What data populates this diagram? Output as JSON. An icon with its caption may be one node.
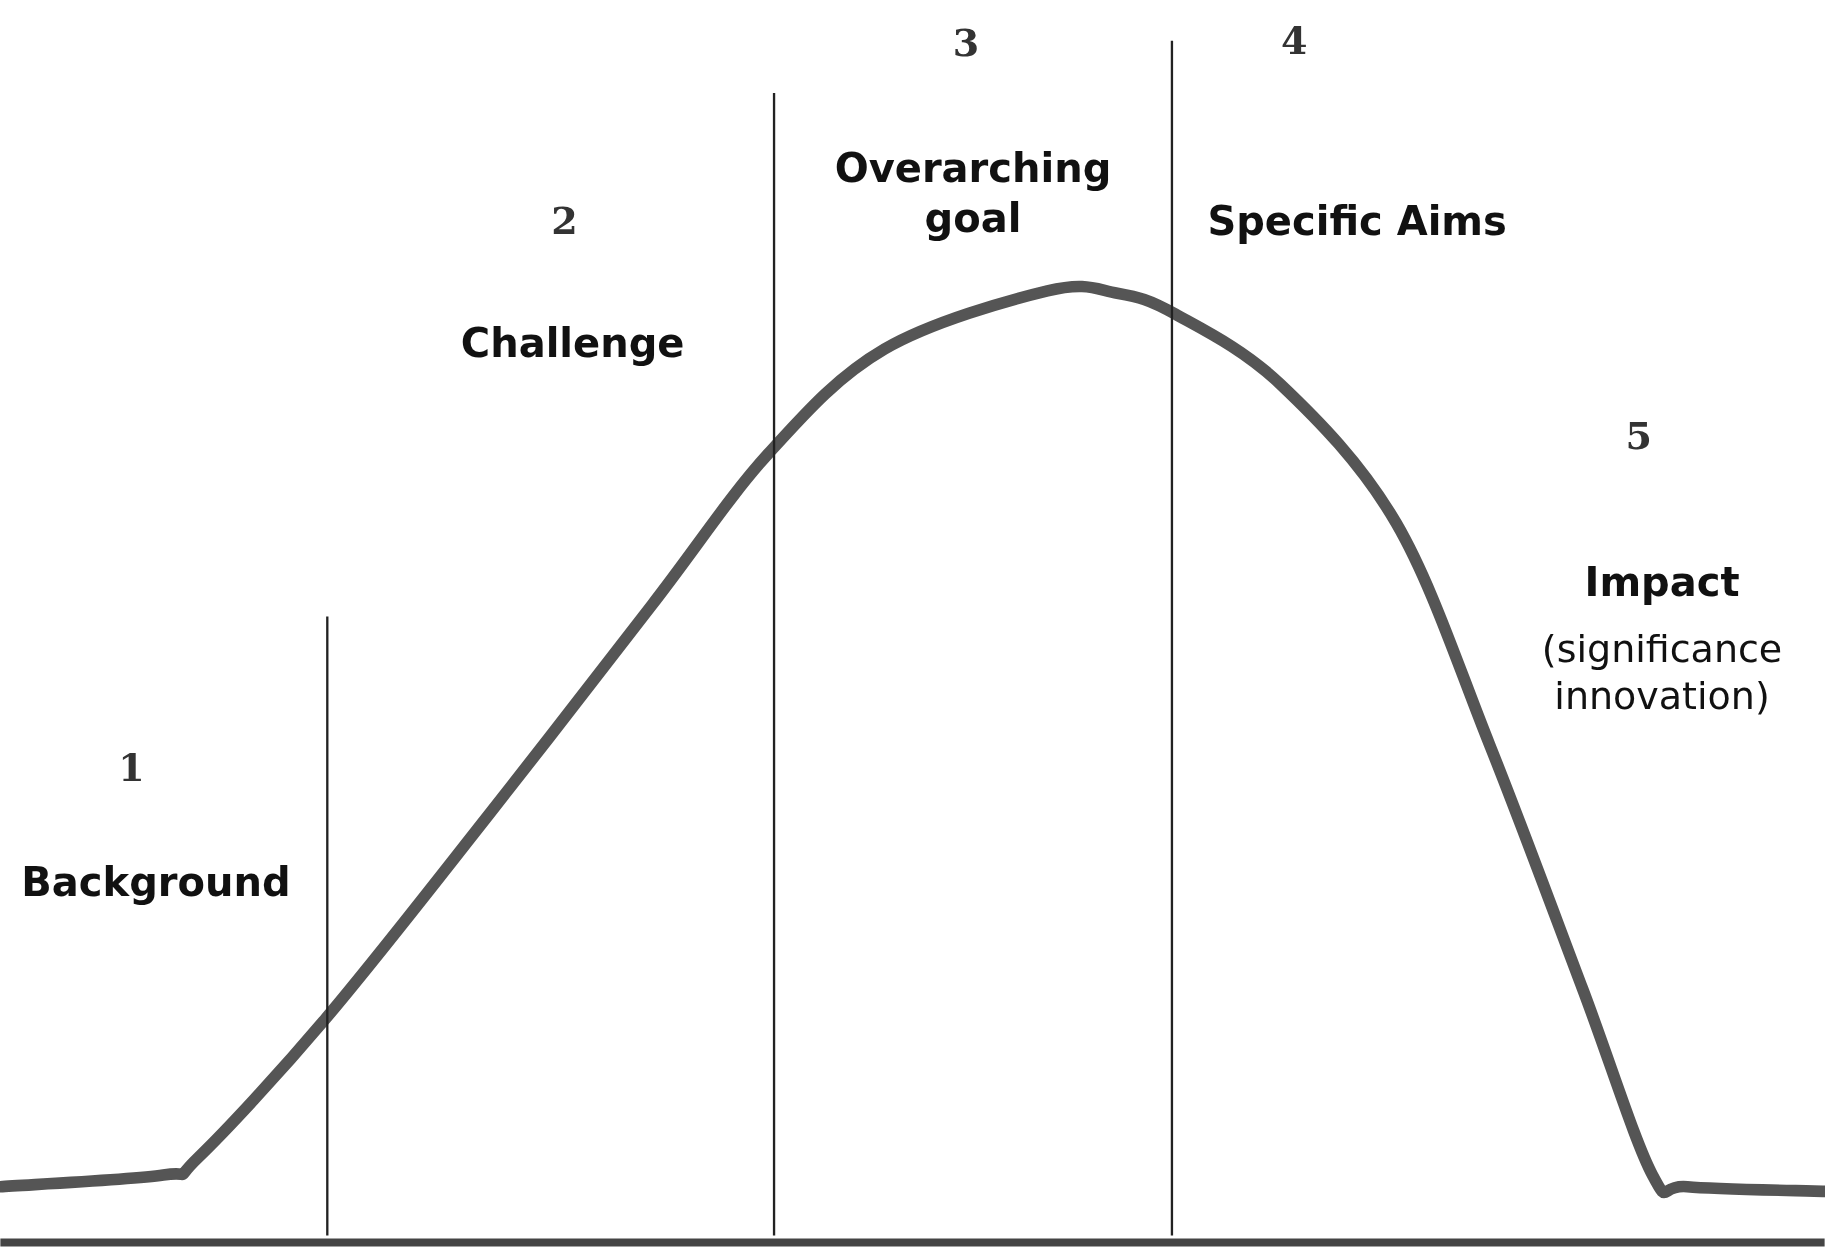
{
  "diagram": {
    "labels": [
      "1",
      "Background",
      "2",
      "Challenge",
      "3",
      "Overarching goal",
      "4",
      "Specific Aims",
      "5",
      "Impact",
      "(significance innovation)"
    ]
  }
}
